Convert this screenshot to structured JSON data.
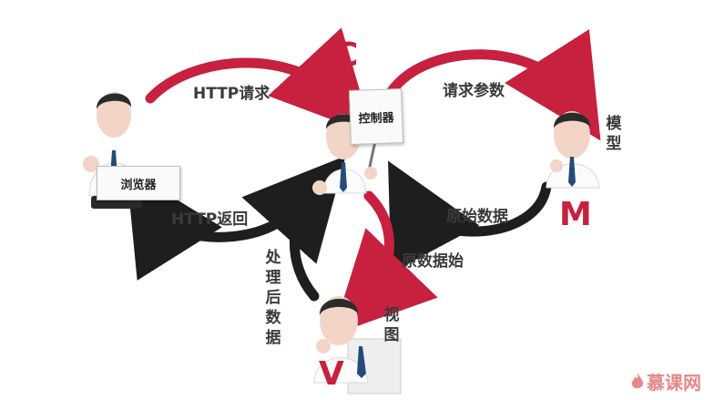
{
  "letters": {
    "controller": "C",
    "model": "M",
    "view": "V"
  },
  "signs": {
    "browser": "浏览器",
    "controller": "控制器"
  },
  "arrows": {
    "http_request": "HTTP请求",
    "request_params": "请求参数",
    "http_return": "HTTP返回",
    "raw_data_from_model": "原始数据",
    "raw_data_to_view": "原数据始",
    "processed_data": "处理后数据"
  },
  "side_labels": {
    "model": "模型",
    "view": "视图"
  },
  "logo": {
    "text": "慕课网"
  },
  "colors": {
    "red": "#c8203f",
    "black": "#1e1e1e",
    "text": "#3a3a3a"
  }
}
